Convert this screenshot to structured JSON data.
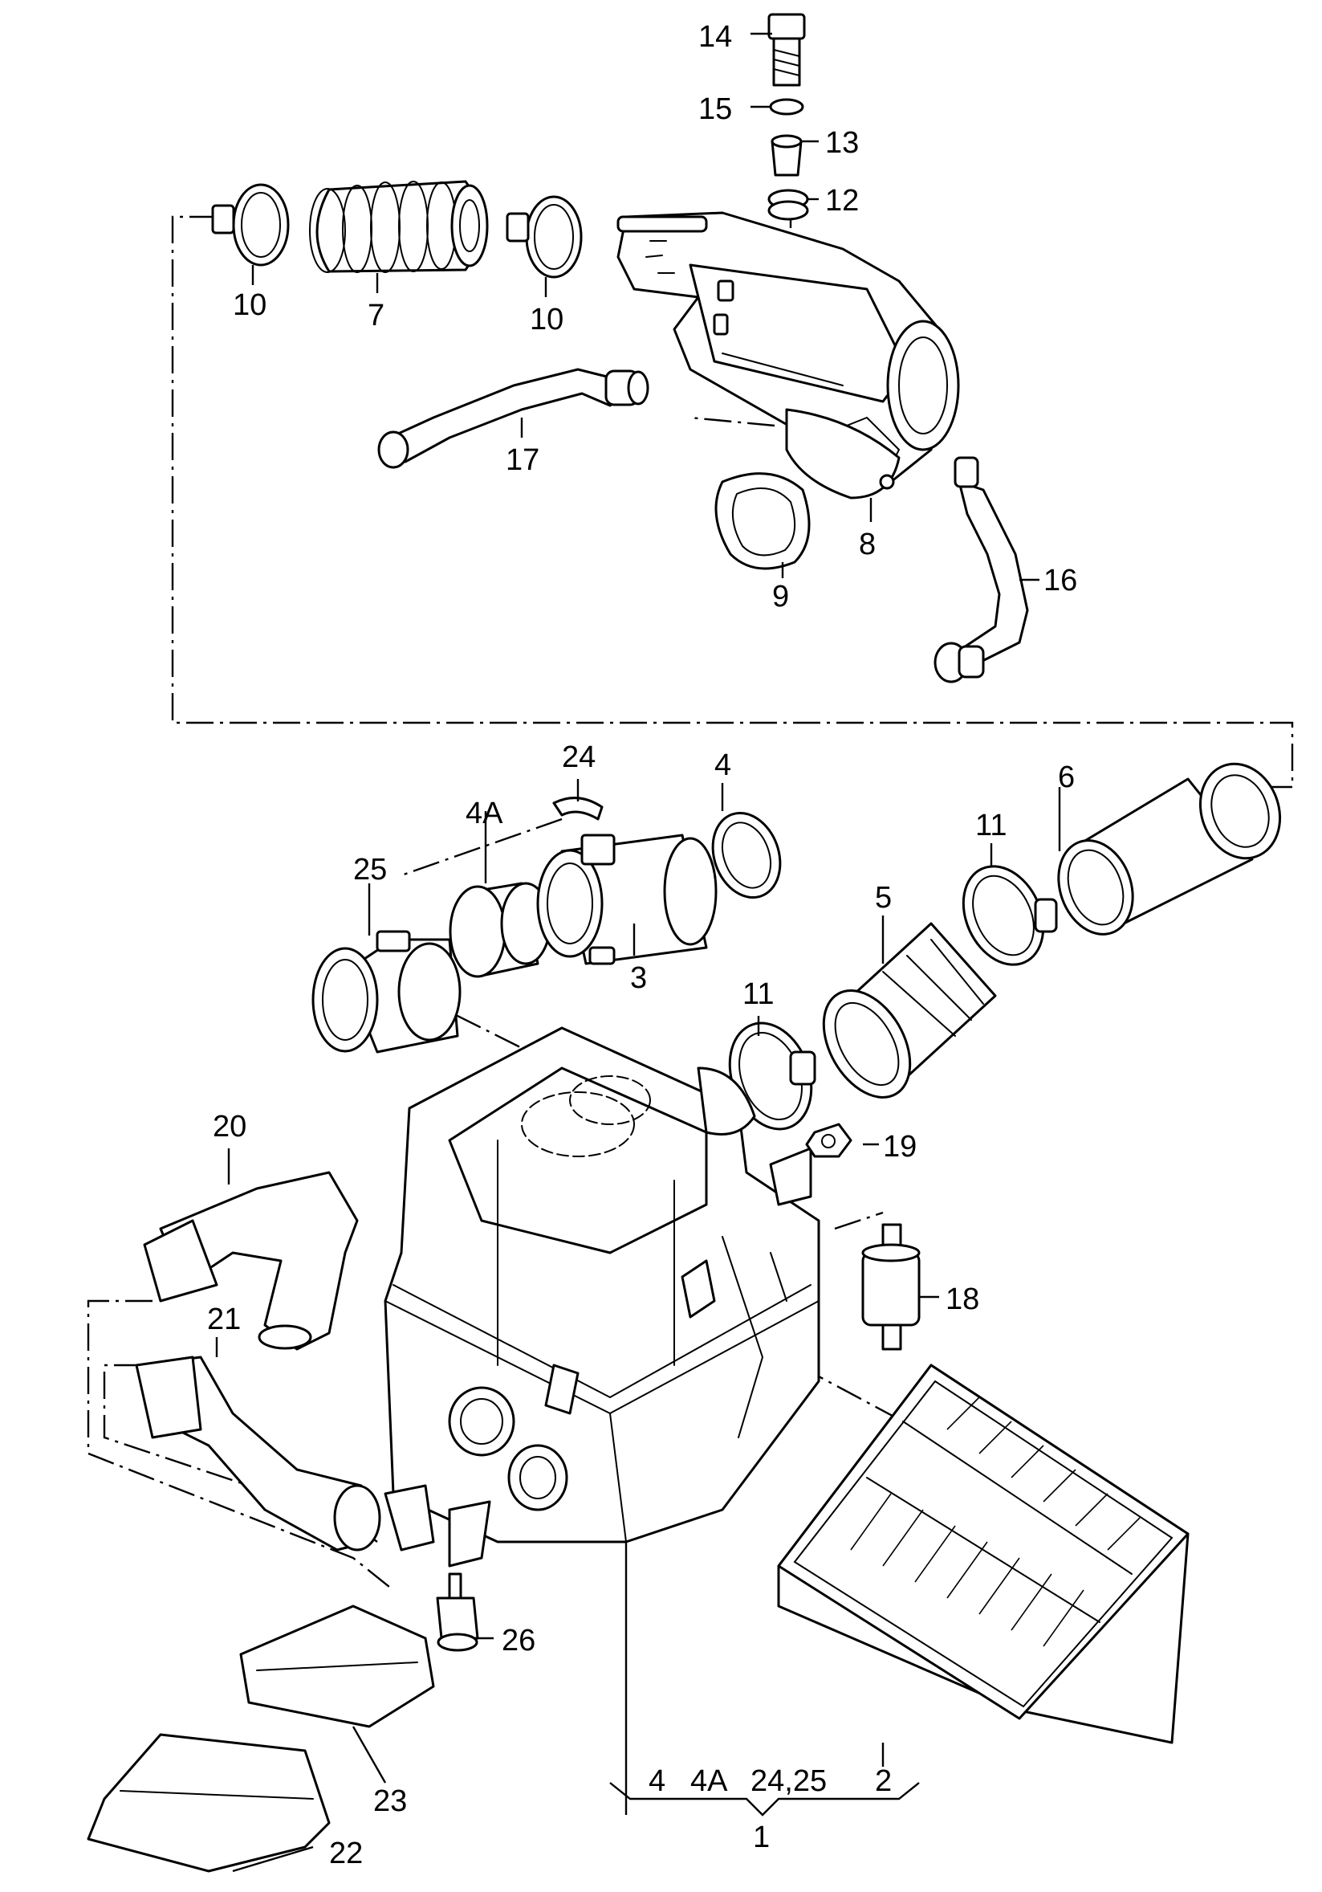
{
  "callouts": {
    "c1": "1",
    "c2": "2",
    "c3": "3",
    "c4": "4",
    "c4_group": "4",
    "c4A": "4A",
    "c4A_group": "4A",
    "c24_25_group": "24,25",
    "c2_group": "2",
    "c5": "5",
    "c6": "6",
    "c7": "7",
    "c8": "8",
    "c9": "9",
    "c10_left": "10",
    "c10_right": "10",
    "c11_upper": "11",
    "c11_lower": "11",
    "c12": "12",
    "c13": "13",
    "c14": "14",
    "c15": "15",
    "c16": "16",
    "c17": "17",
    "c18": "18",
    "c19": "19",
    "c20": "20",
    "c21": "21",
    "c22": "22",
    "c23": "23",
    "c24": "24",
    "c25": "25",
    "c26": "26"
  },
  "colors": {
    "ink": "#000000",
    "paper": "#ffffff"
  }
}
